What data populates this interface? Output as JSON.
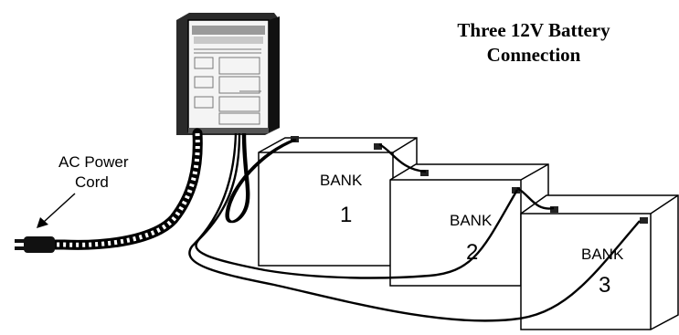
{
  "title_line1": "Three 12V Battery",
  "title_line2": "Connection",
  "ac_label_line1": "AC Power",
  "ac_label_line2": "Cord",
  "banks": [
    {
      "label": "BANK",
      "number": "1"
    },
    {
      "label": "BANK",
      "number": "2"
    },
    {
      "label": "BANK",
      "number": "3"
    }
  ],
  "charger": {
    "icon": "battery-charger-icon"
  }
}
